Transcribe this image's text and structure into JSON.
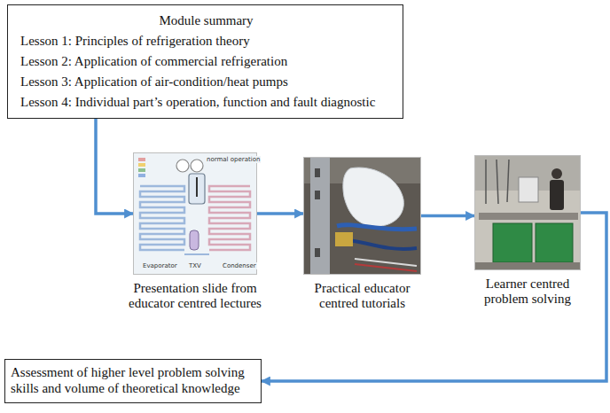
{
  "diagram": {
    "nodes": [
      {
        "text": [
          "Module summary",
          "Lesson 1: Principles of refrigeration theory",
          "Lesson 2: Application of commercial refrigeration",
          "Lesson 3: Application of air-condition/heat pumps",
          "Lesson 4: Individual part’s operation, function and fault diagnostic"
        ]
      },
      {
        "text": [
          "Presentation slide from educator centred lectures"
        ]
      },
      {
        "text": [
          "Practical educator centred tutorials"
        ]
      },
      {
        "text": [
          "Learner centred problem solving"
        ]
      },
      {
        "text": [
          "Assessment of higher level problem solving skills and volume of theoretical knowledge"
        ]
      }
    ],
    "edges": [
      {
        "from": 0,
        "to": 1,
        "arrow": "to"
      },
      {
        "from": 1,
        "to": 2,
        "arrow": "to"
      },
      {
        "from": 2,
        "to": 3,
        "arrow": "to"
      },
      {
        "from": 3,
        "to": 4,
        "arrow": "to"
      }
    ],
    "labels": [
      "normal operation",
      "Evaporator",
      "TXV",
      "Condenser"
    ]
  }
}
